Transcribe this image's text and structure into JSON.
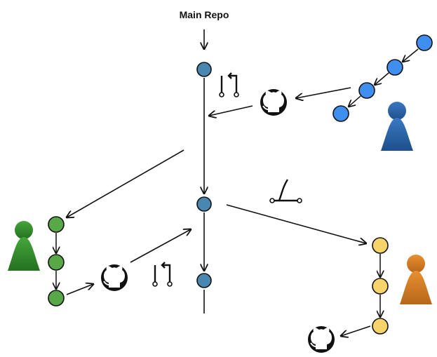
{
  "diagram": {
    "title": "Main Repo",
    "colors": {
      "main": "#4a87b0",
      "blue": "#3f8ff0",
      "green": "#58a847",
      "yellow": "#f7d46a",
      "stroke": "#111111",
      "person_blue": "#2a5ea0",
      "person_green": "#2f8a2c",
      "person_orange": "#d27a20"
    },
    "actors": [
      {
        "id": "blue-contributor",
        "color": "person_blue"
      },
      {
        "id": "green-contributor",
        "color": "person_green"
      },
      {
        "id": "orange-contributor",
        "color": "person_orange"
      }
    ],
    "icons": [
      "github-icon",
      "pull-request-icon",
      "fork-icon"
    ],
    "branches": {
      "main": {
        "commits": 3
      },
      "blue": {
        "commits": 4
      },
      "green": {
        "commits": 3
      },
      "yellow": {
        "commits": 3
      }
    }
  }
}
